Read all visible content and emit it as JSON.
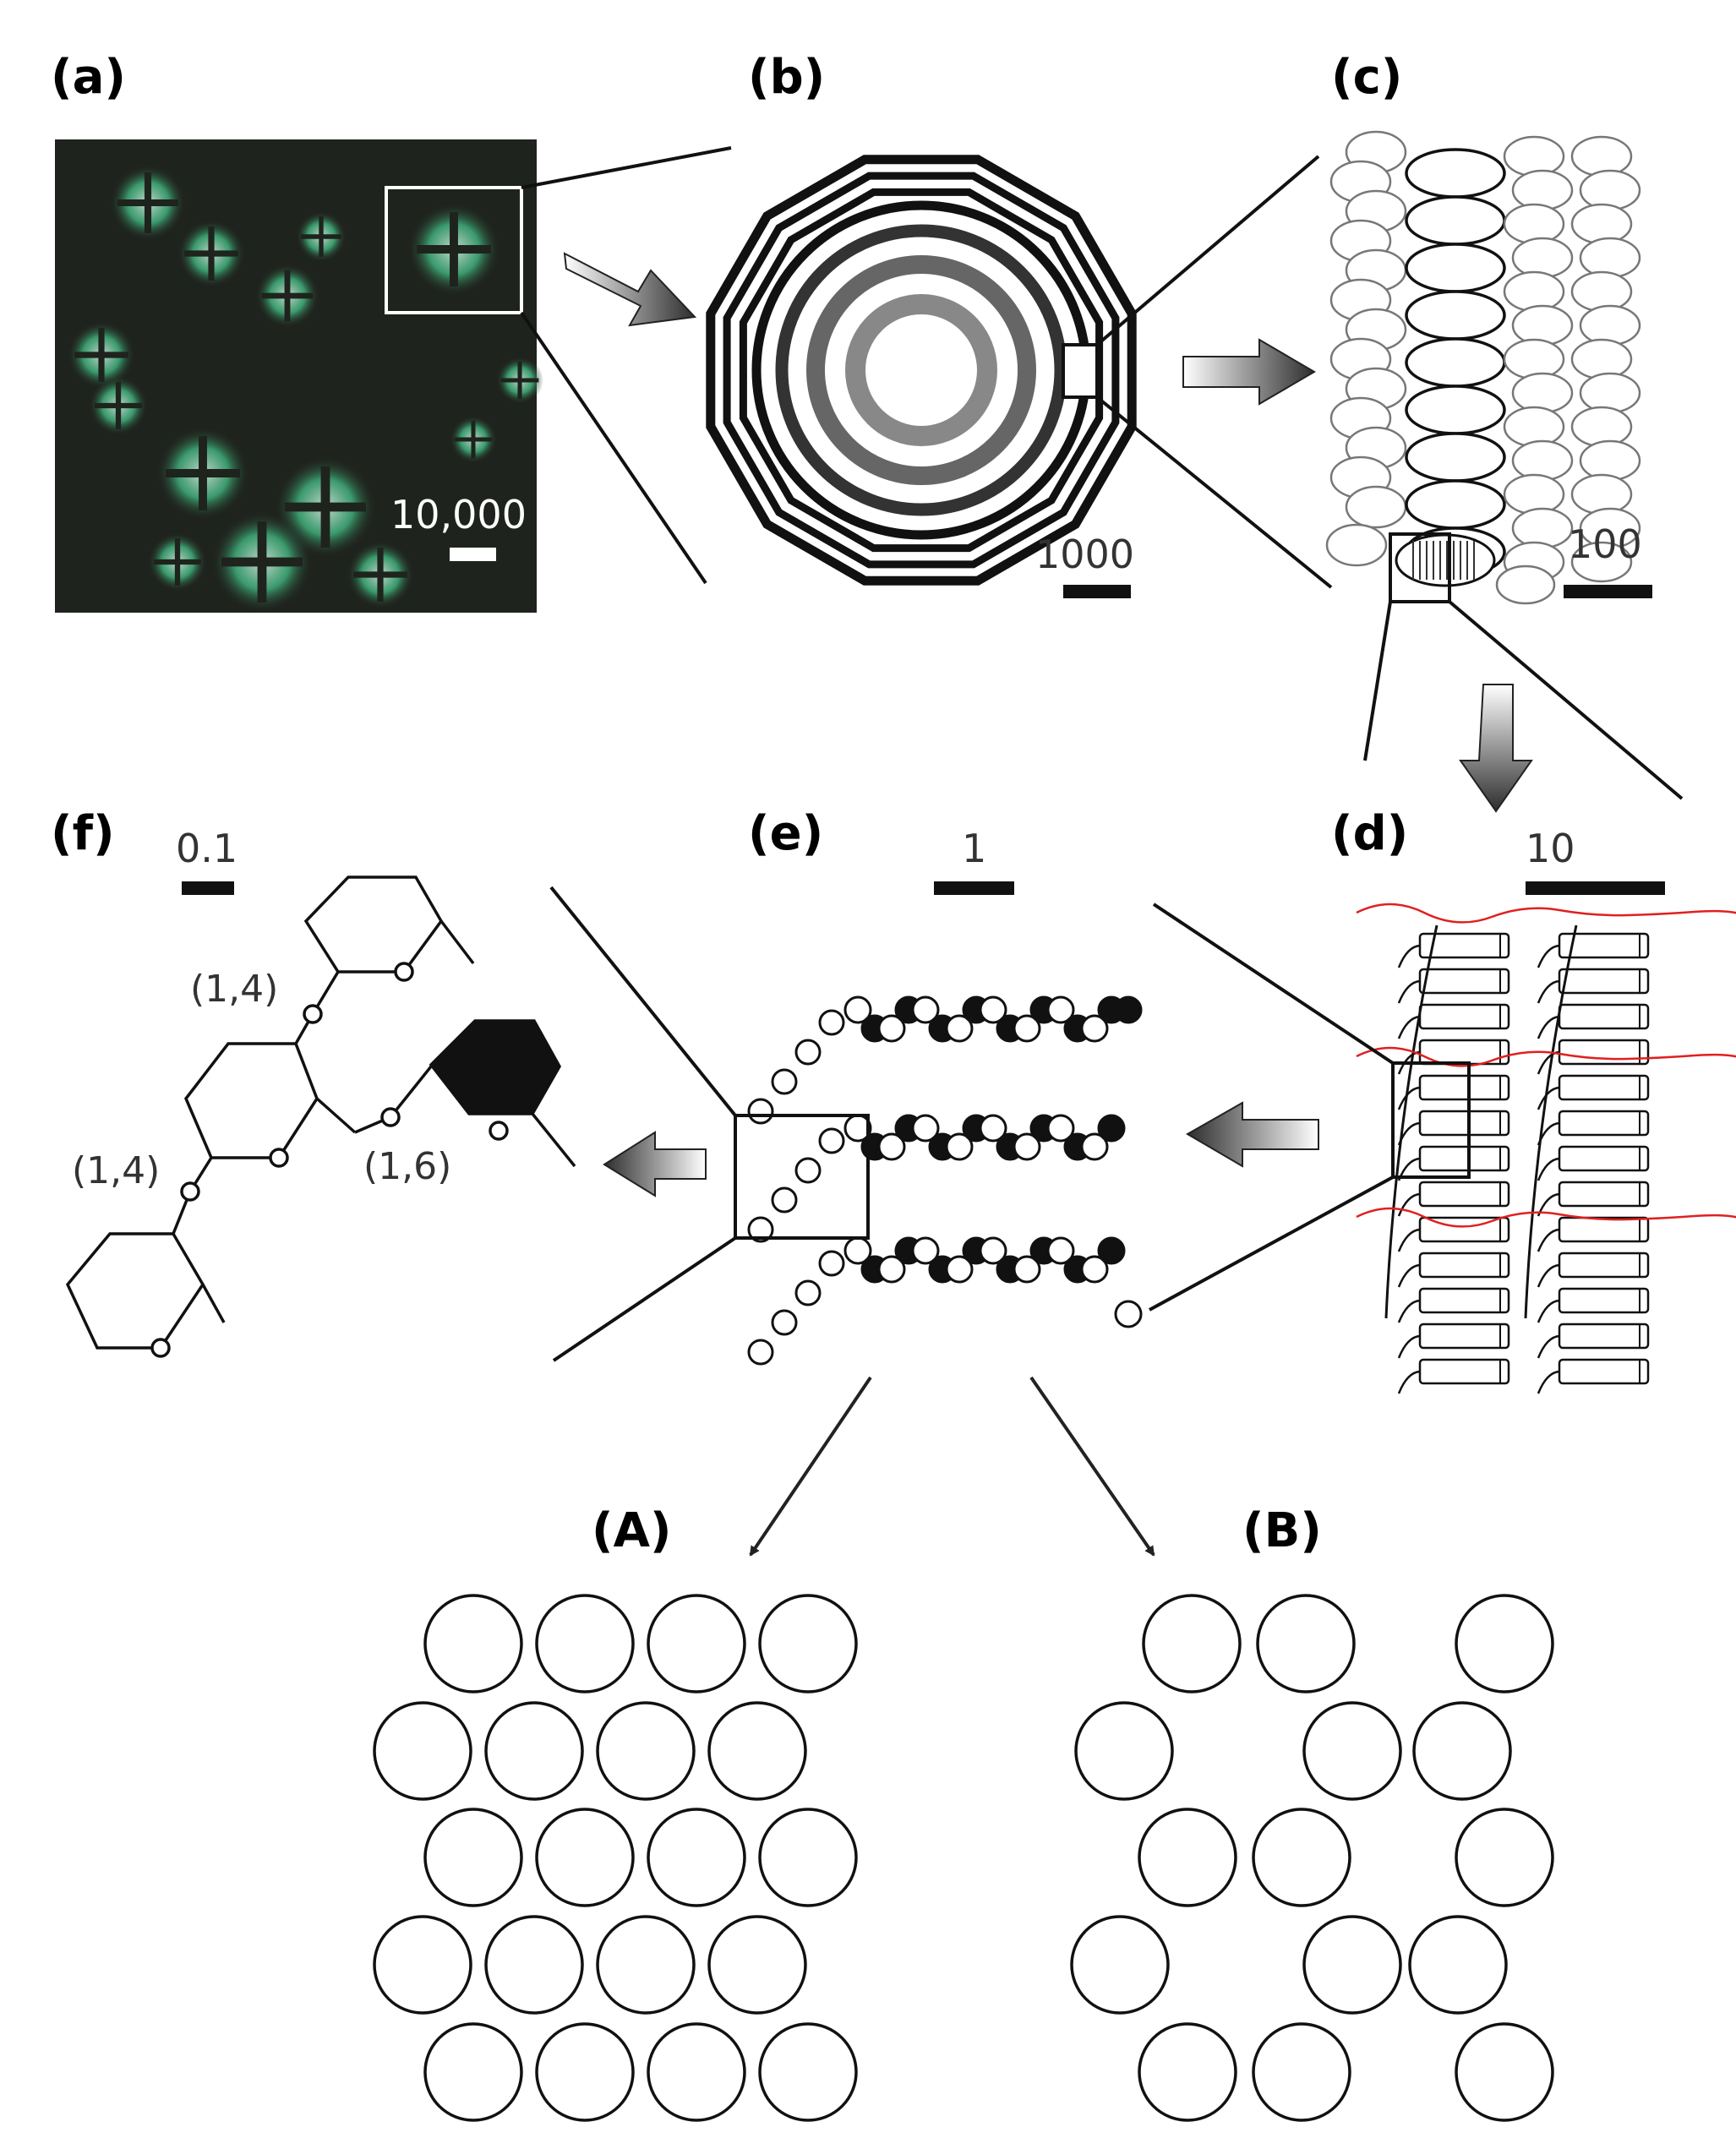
{
  "panels": {
    "a": {
      "label": "(a)",
      "scale": "10,000"
    },
    "b": {
      "label": "(b)",
      "scale": "1000"
    },
    "c": {
      "label": "(c)",
      "scale": "100"
    },
    "d": {
      "label": "(d)",
      "scale": "10"
    },
    "e": {
      "label": "(e)",
      "scale": "1"
    },
    "f": {
      "label": "(f)",
      "scale": "0.1",
      "bonds": [
        "(1,4)",
        "(1,4)",
        "(1,6)"
      ]
    },
    "A": {
      "label": "(A)"
    },
    "B": {
      "label": "(B)"
    }
  },
  "colors": {
    "micrograph_bg": "#1f231d",
    "crystal_green": "#3fae7a",
    "ring_dark": "#111111",
    "ring_mid": "#555555",
    "ring_light": "#888888",
    "lamella_red": "#e02020",
    "arrow_gradient_dark": "#3a3a3a",
    "arrow_gradient_light": "#ffffff"
  }
}
